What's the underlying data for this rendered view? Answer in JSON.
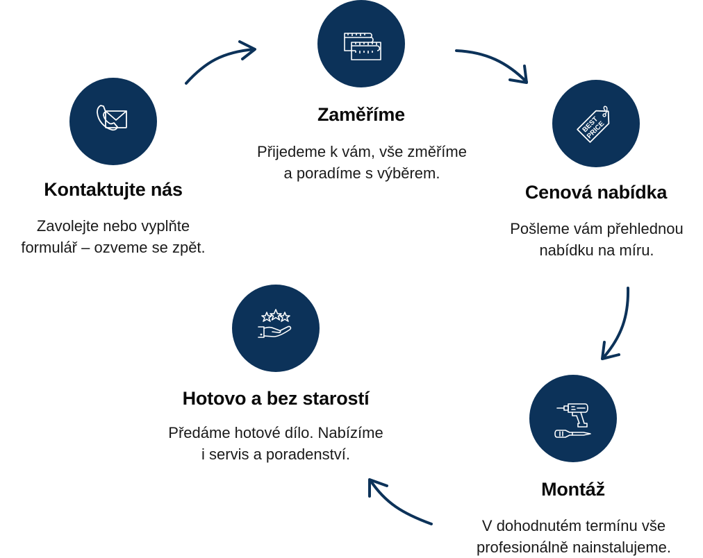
{
  "theme": {
    "accent": "#0c3259",
    "text": "#111111",
    "background": "#ffffff"
  },
  "steps": [
    {
      "id": "kontakt",
      "icon": "phone-envelope-icon",
      "title": "Kontaktujte nás",
      "lines": [
        "Zavolejte nebo vyplňte",
        "formulář – ozveme se zpět."
      ]
    },
    {
      "id": "zamerime",
      "icon": "measuring-tape-icon",
      "title": "Zaměříme",
      "lines": [
        "Přijedeme k vám, vše změříme",
        "a poradíme s výběrem."
      ]
    },
    {
      "id": "cenova",
      "icon": "price-tag-icon",
      "icon_text": [
        "BEST",
        "PRICE"
      ],
      "title": "Cenová nabídka",
      "lines": [
        "Pošleme vám přehlednou",
        "nabídku na míru."
      ]
    },
    {
      "id": "montaz",
      "icon": "drill-screwdriver-icon",
      "title": "Montáž",
      "lines": [
        "V dohodnutém termínu vše",
        "profesionálně nainstalujeme."
      ]
    },
    {
      "id": "hotovo",
      "icon": "hand-stars-icon",
      "title": "Hotovo a bez starostí",
      "lines": [
        "Předáme hotové dílo. Nabízíme",
        "i servis a poradenství."
      ]
    }
  ],
  "arrows": [
    {
      "from": "kontakt",
      "to": "zamerime"
    },
    {
      "from": "zamerime",
      "to": "cenova"
    },
    {
      "from": "cenova",
      "to": "montaz"
    },
    {
      "from": "montaz",
      "to": "hotovo"
    }
  ]
}
